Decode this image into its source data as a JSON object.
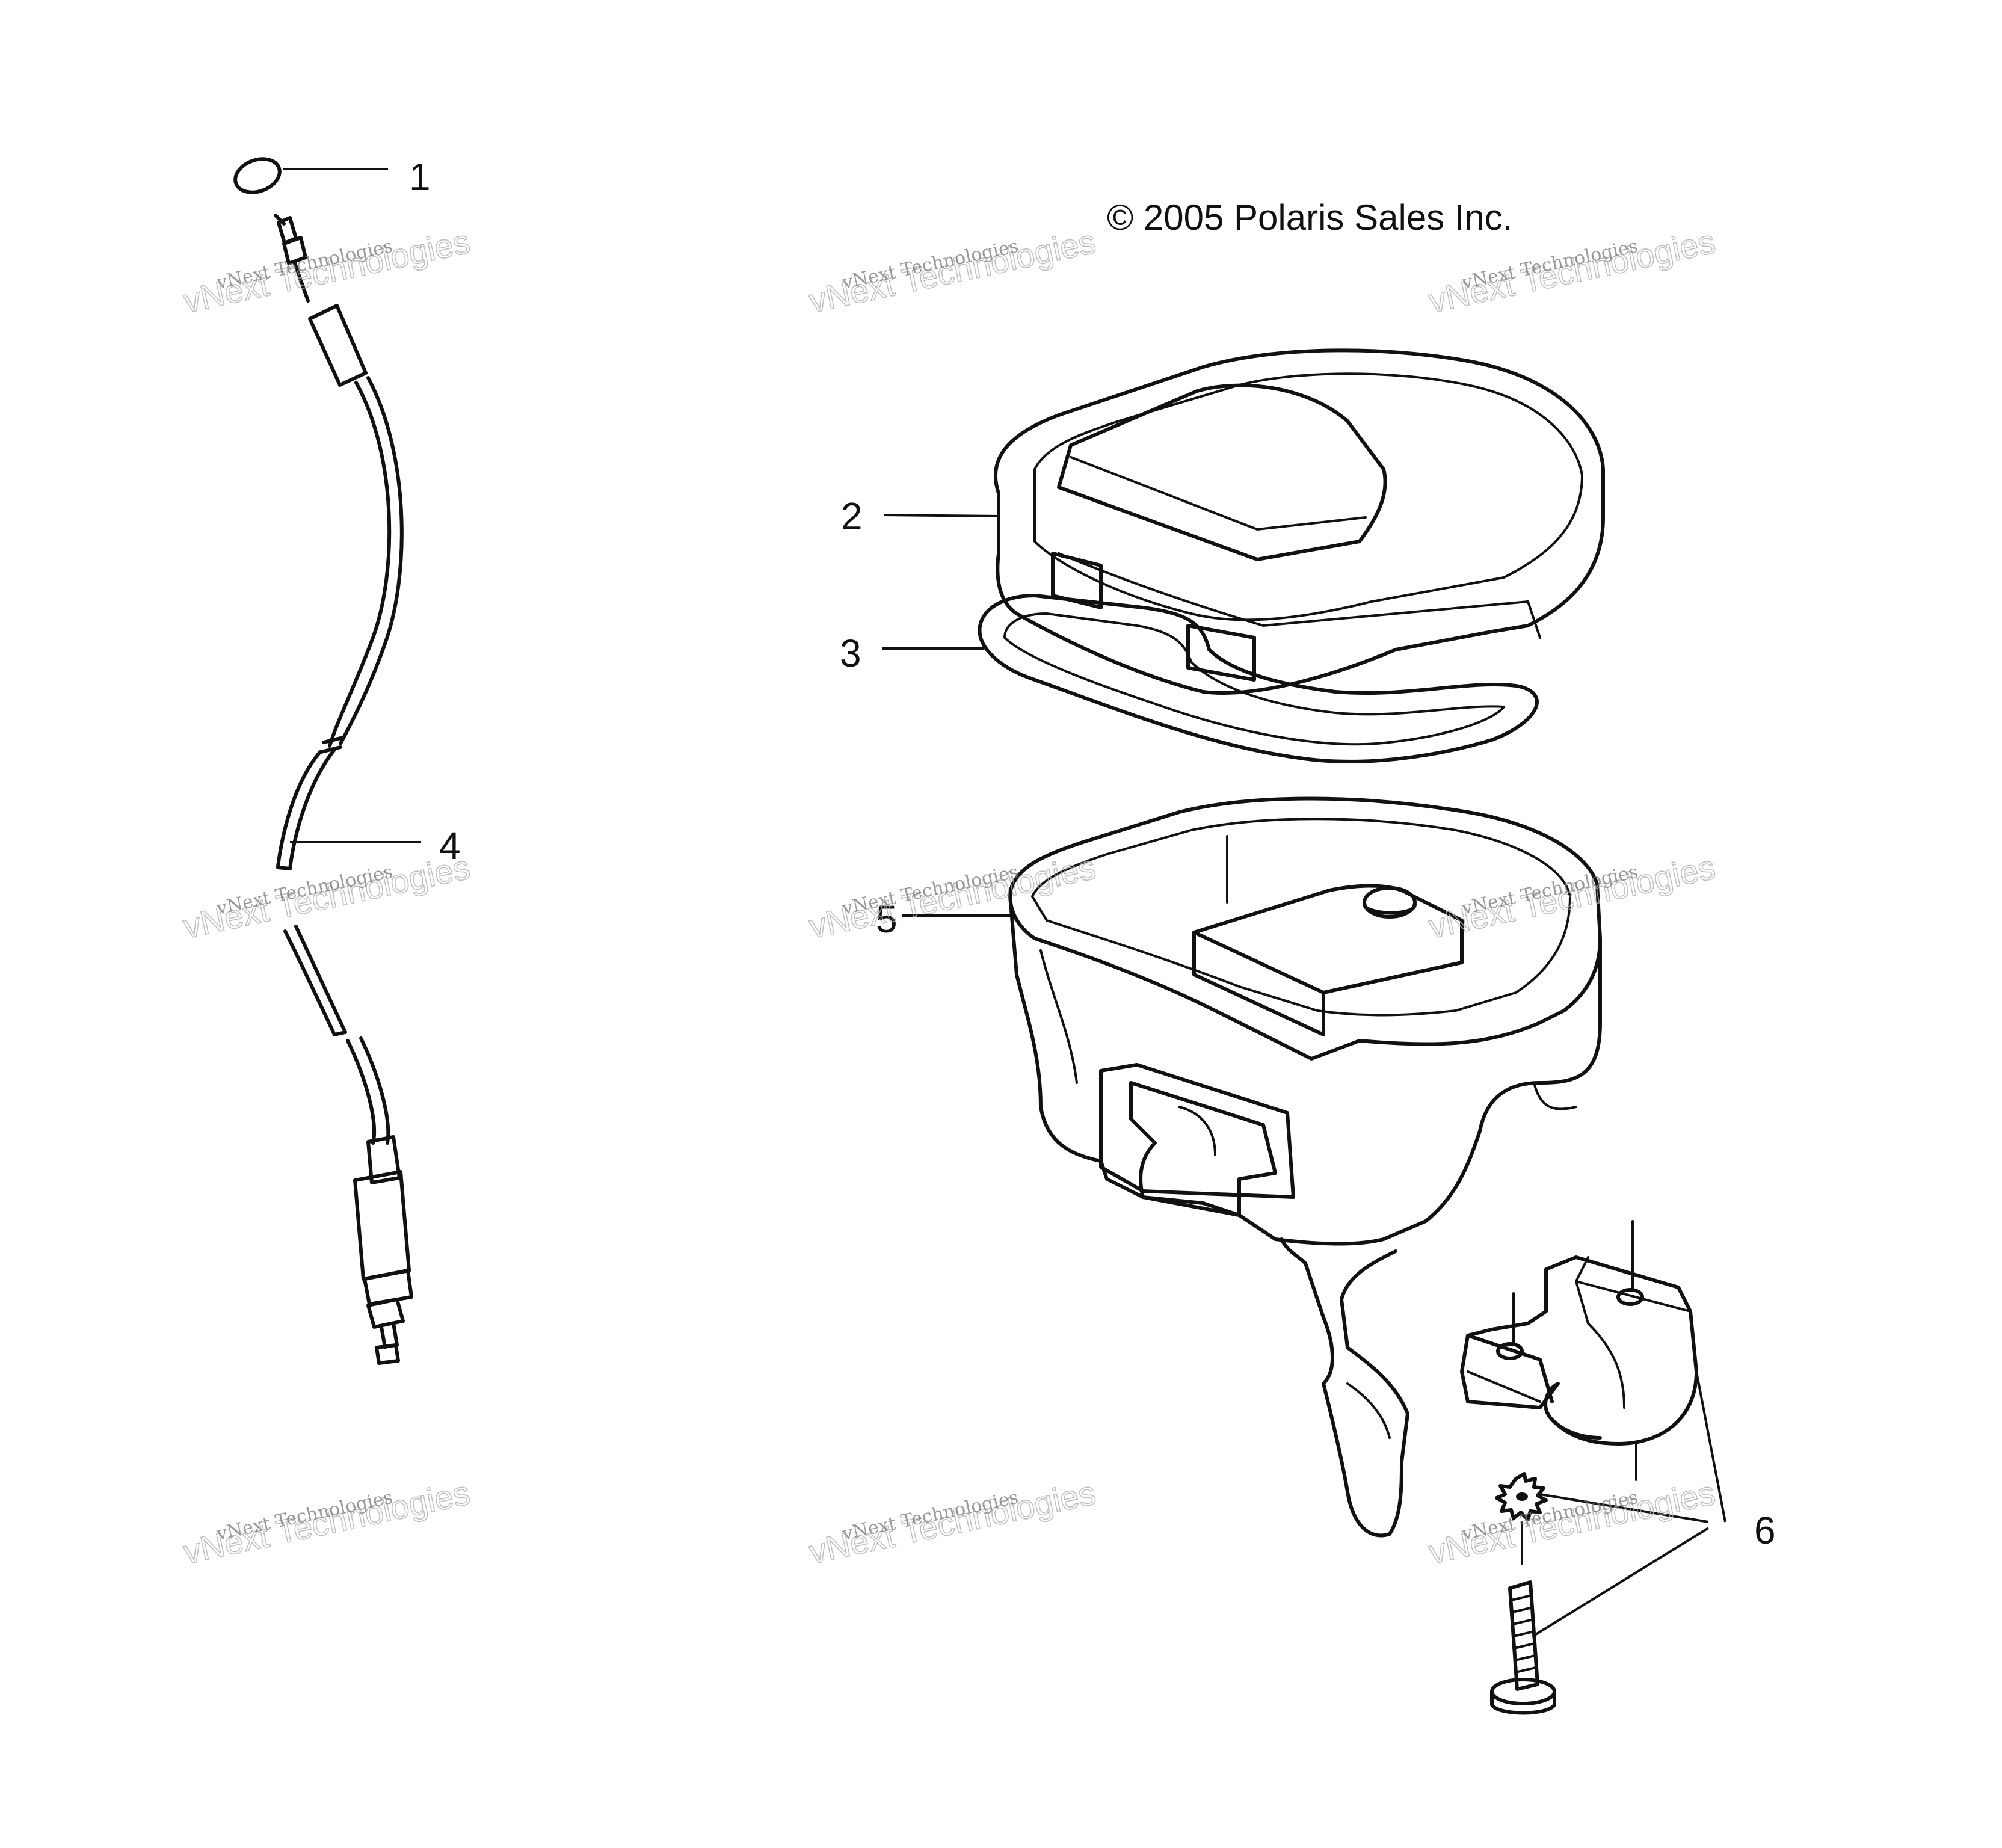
{
  "copyright": "© 2005 Polaris Sales Inc.",
  "watermark": {
    "line1": "vNext Technologies",
    "line2": "vNext Technologies"
  },
  "callouts": {
    "c1": "1",
    "c2": "2",
    "c3": "3",
    "c4": "4",
    "c5": "5",
    "c6": "6"
  },
  "colors": {
    "ink": "#111111",
    "paper": "#ffffff",
    "watermark": "#b0b0b0"
  }
}
